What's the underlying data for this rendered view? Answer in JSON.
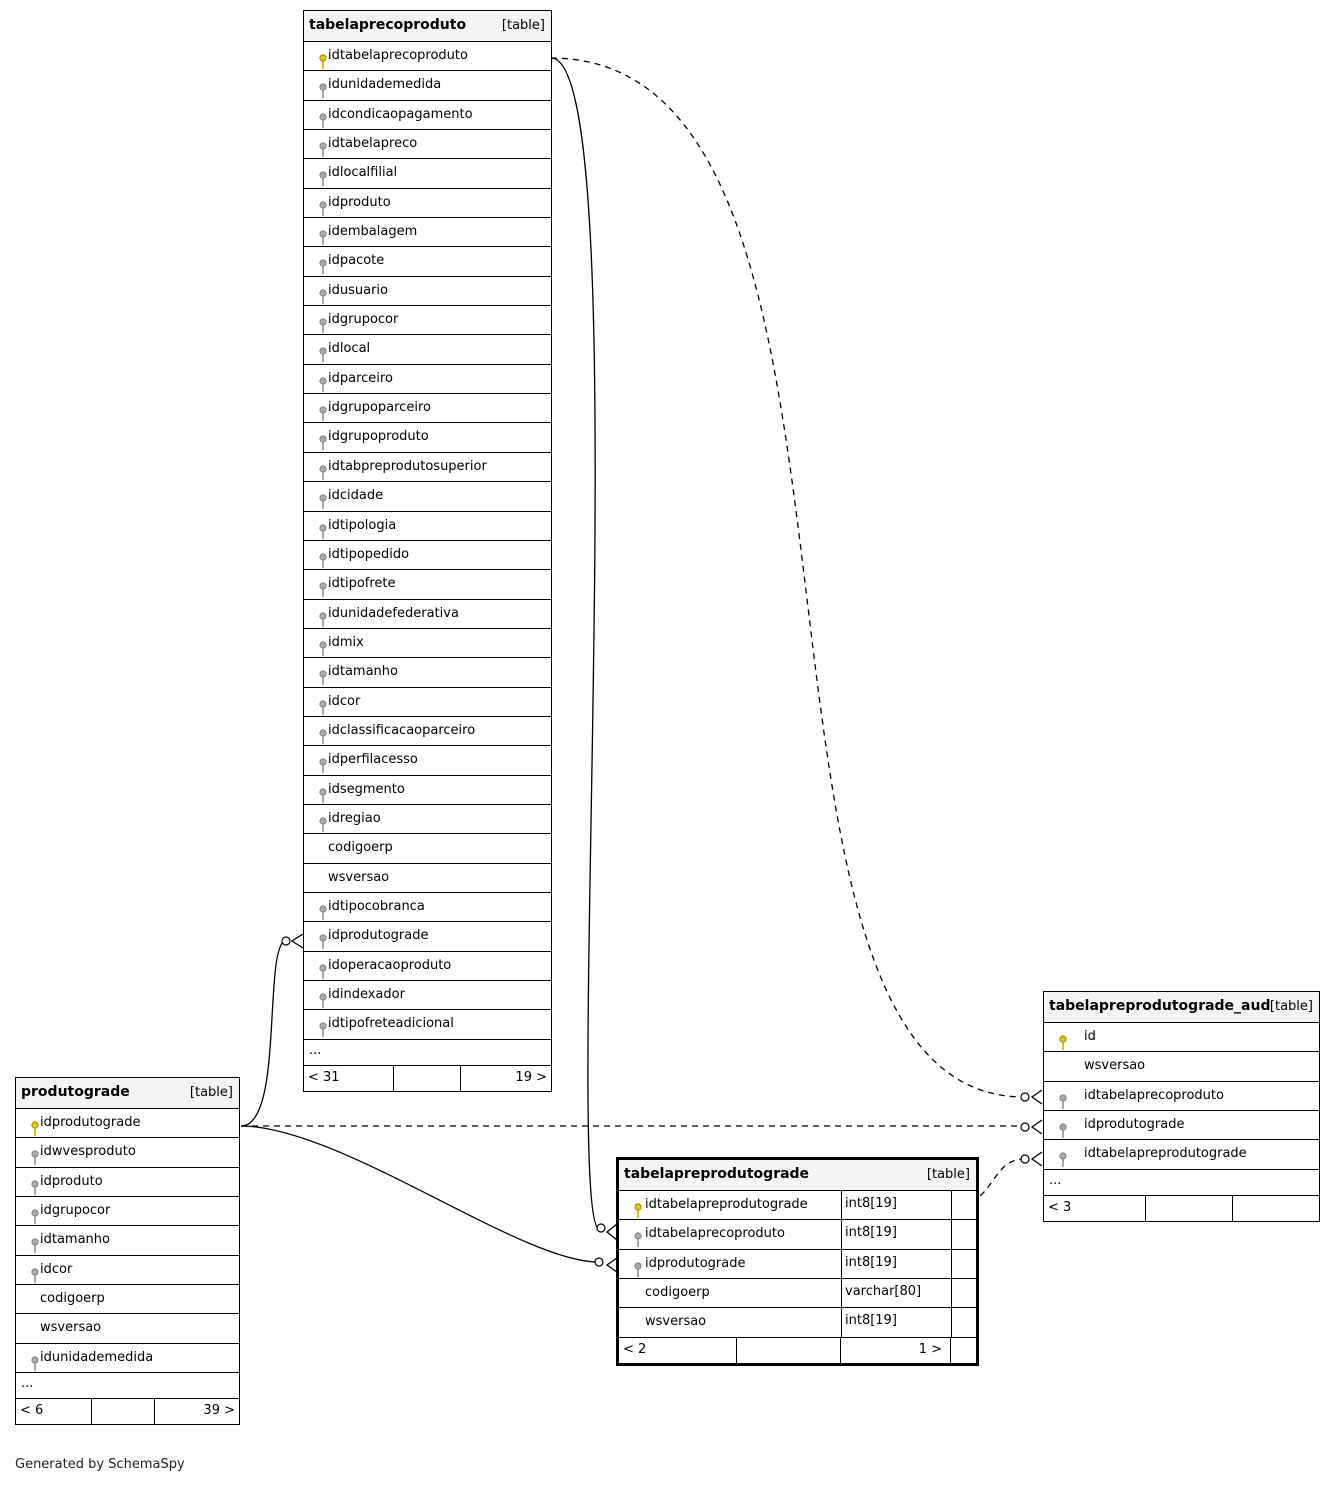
{
  "tables": {
    "tabelaprecoproduto": {
      "name": "tabelaprecoproduto",
      "type_label": "[table]",
      "columns": [
        {
          "name": "idtabelaprecoproduto",
          "key": "primary"
        },
        {
          "name": "idunidademedida",
          "key": "foreign"
        },
        {
          "name": "idcondicaopagamento",
          "key": "foreign"
        },
        {
          "name": "idtabelapreco",
          "key": "foreign"
        },
        {
          "name": "idlocalfilial",
          "key": "foreign"
        },
        {
          "name": "idproduto",
          "key": "foreign"
        },
        {
          "name": "idembalagem",
          "key": "foreign"
        },
        {
          "name": "idpacote",
          "key": "foreign"
        },
        {
          "name": "idusuario",
          "key": "foreign"
        },
        {
          "name": "idgrupocor",
          "key": "foreign"
        },
        {
          "name": "idlocal",
          "key": "foreign"
        },
        {
          "name": "idparceiro",
          "key": "foreign"
        },
        {
          "name": "idgrupoparceiro",
          "key": "foreign"
        },
        {
          "name": "idgrupoproduto",
          "key": "foreign"
        },
        {
          "name": "idtabpreprodutosuperior",
          "key": "foreign"
        },
        {
          "name": "idcidade",
          "key": "foreign"
        },
        {
          "name": "idtipologia",
          "key": "foreign"
        },
        {
          "name": "idtipopedido",
          "key": "foreign"
        },
        {
          "name": "idtipofrete",
          "key": "foreign"
        },
        {
          "name": "idunidadefederativa",
          "key": "foreign"
        },
        {
          "name": "idmix",
          "key": "foreign"
        },
        {
          "name": "idtamanho",
          "key": "foreign"
        },
        {
          "name": "idcor",
          "key": "foreign"
        },
        {
          "name": "idclassificacaoparceiro",
          "key": "foreign"
        },
        {
          "name": "idperfilacesso",
          "key": "foreign"
        },
        {
          "name": "idsegmento",
          "key": "foreign"
        },
        {
          "name": "idregiao",
          "key": "foreign"
        },
        {
          "name": "codigoerp",
          "key": "none"
        },
        {
          "name": "wsversao",
          "key": "none"
        },
        {
          "name": "idtipocobranca",
          "key": "foreign"
        },
        {
          "name": "idprodutograde",
          "key": "foreign"
        },
        {
          "name": "idoperacaoproduto",
          "key": "foreign"
        },
        {
          "name": "idindexador",
          "key": "foreign"
        },
        {
          "name": "idtipofreteadicional",
          "key": "foreign"
        }
      ],
      "more": "...",
      "footer_left": "< 31",
      "footer_right": "19 >"
    },
    "produtograde": {
      "name": "produtograde",
      "type_label": "[table]",
      "columns": [
        {
          "name": "idprodutograde",
          "key": "primary"
        },
        {
          "name": "idwvesproduto",
          "key": "foreign"
        },
        {
          "name": "idproduto",
          "key": "foreign"
        },
        {
          "name": "idgrupocor",
          "key": "foreign"
        },
        {
          "name": "idtamanho",
          "key": "foreign"
        },
        {
          "name": "idcor",
          "key": "foreign"
        },
        {
          "name": "codigoerp",
          "key": "none"
        },
        {
          "name": "wsversao",
          "key": "none"
        },
        {
          "name": "idunidademedida",
          "key": "foreign"
        }
      ],
      "more": "...",
      "footer_left": "< 6",
      "footer_right": "39 >"
    },
    "tabelapreprodutograde": {
      "name": "tabelapreprodutograde",
      "type_label": "[table]",
      "columns": [
        {
          "name": "idtabelapreprodutograde",
          "key": "primary",
          "type": "int8[19]"
        },
        {
          "name": "idtabelaprecoproduto",
          "key": "foreign",
          "type": "int8[19]"
        },
        {
          "name": "idprodutograde",
          "key": "foreign",
          "type": "int8[19]"
        },
        {
          "name": "codigoerp",
          "key": "none",
          "type": "varchar[80]"
        },
        {
          "name": "wsversao",
          "key": "none",
          "type": "int8[19]"
        }
      ],
      "footer_left": "< 2",
      "footer_right": "1 >"
    },
    "tabelapreprodutograde_aud": {
      "name": "tabelapreprodutograde_aud",
      "type_label": "[table]",
      "columns": [
        {
          "name": "id",
          "key": "primary"
        },
        {
          "name": "wsversao",
          "key": "none"
        },
        {
          "name": "idtabelaprecoproduto",
          "key": "foreign"
        },
        {
          "name": "idprodutograde",
          "key": "foreign"
        },
        {
          "name": "idtabelapreprodutograde",
          "key": "foreign"
        }
      ],
      "more": "...",
      "footer_left": "< 3",
      "footer_right": ""
    }
  },
  "colors": {
    "primary_key": "#e0c800",
    "foreign_key": "#a8a8a8",
    "header_bg": "#f4f4f4",
    "line": "#000000"
  },
  "credit": "Generated by SchemaSpy"
}
